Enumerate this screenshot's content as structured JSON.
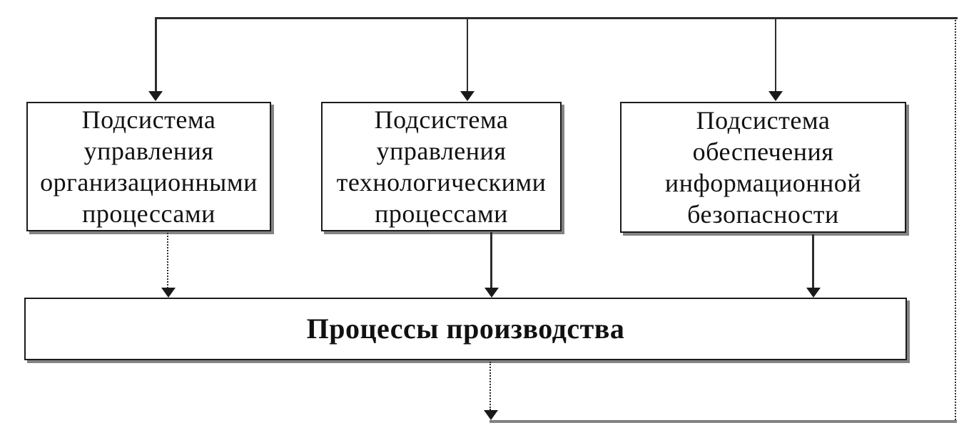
{
  "diagram": {
    "title": "",
    "type": "flowchart",
    "subsystems": [
      {
        "id": "org",
        "text": "Подсистема\nуправления\nорганизационными\nпроцессами"
      },
      {
        "id": "tech",
        "text": "Подсистема\nуправления\nтехнологическими\nпроцессами"
      },
      {
        "id": "infosec",
        "text": "Подсистема\nобеспечения\nинформационной\nбезопасности"
      }
    ],
    "production": {
      "text": "Процессы производства"
    },
    "colors": {
      "line_dark": "#2d2d2d",
      "line_gray": "#828282",
      "box_border": "#1b1b1b",
      "box_shadow": "#838383",
      "background": "#ffffff",
      "text": "#111111"
    }
  }
}
